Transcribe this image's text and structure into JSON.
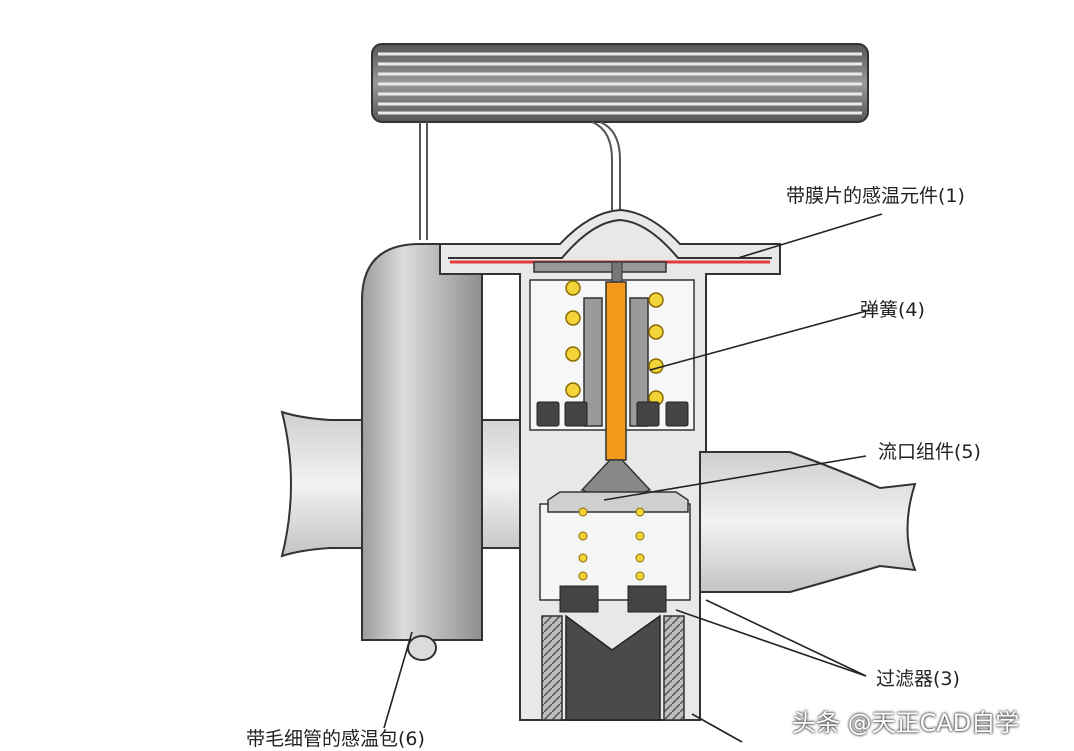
{
  "labels": {
    "diaphragm_element": "带膜片的感温元件(1)",
    "spring": "弹簧(4)",
    "orifice_assembly": "流口组件(5)",
    "filter": "过滤器(3)",
    "capillary_bulb": "带毛细管的感温包(6)"
  },
  "watermark": "头条 @天正CAD自学",
  "colors": {
    "metal_light": "#e6e6e6",
    "metal_mid": "#bdbdbd",
    "metal_dark": "#8a8a8a",
    "outline": "#333333",
    "rod_orange": "#f39a1c",
    "spring_yellow": "#f2d33a",
    "diaphragm_red": "#e23b3b",
    "seat_dark": "#444444"
  }
}
